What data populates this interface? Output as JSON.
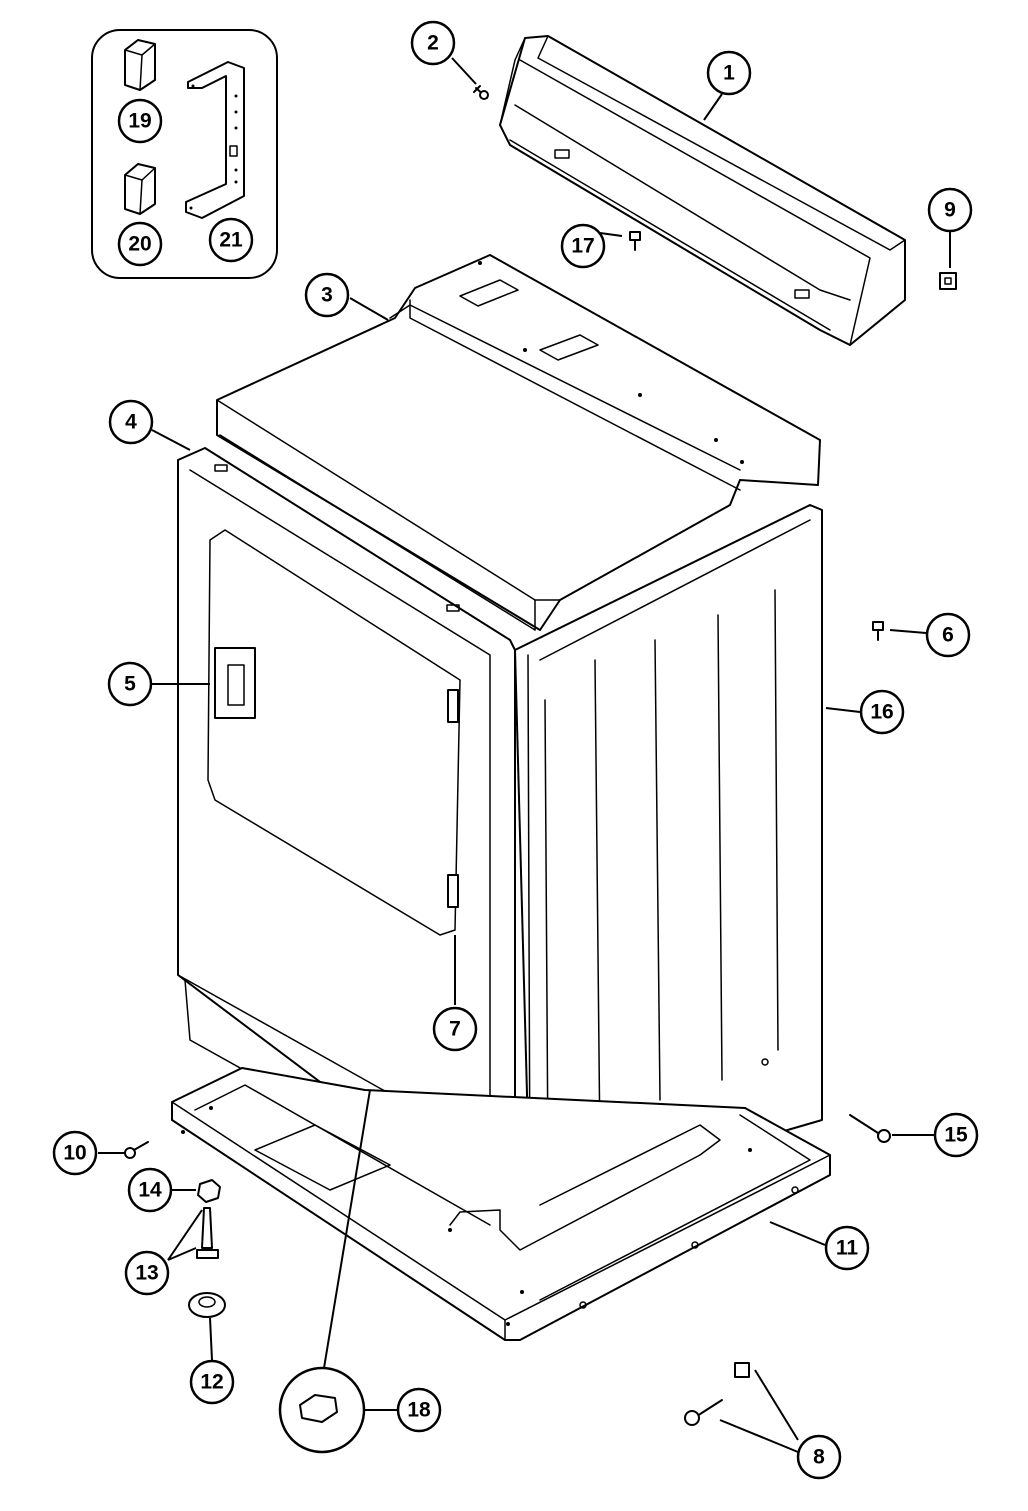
{
  "callouts": [
    {
      "num": "1",
      "part": "control-panel"
    },
    {
      "num": "2",
      "part": "screw"
    },
    {
      "num": "3",
      "part": "top"
    },
    {
      "num": "4",
      "part": "front-panel"
    },
    {
      "num": "5",
      "part": "door-handle"
    },
    {
      "num": "6",
      "part": "screw"
    },
    {
      "num": "7",
      "part": "door-hinge"
    },
    {
      "num": "8",
      "part": "screw-and-clip"
    },
    {
      "num": "9",
      "part": "clip"
    },
    {
      "num": "10",
      "part": "screw"
    },
    {
      "num": "11",
      "part": "base"
    },
    {
      "num": "12",
      "part": "leveling-foot-pad"
    },
    {
      "num": "13",
      "part": "leveling-leg"
    },
    {
      "num": "14",
      "part": "nut"
    },
    {
      "num": "15",
      "part": "screw"
    },
    {
      "num": "16",
      "part": "side-panel"
    },
    {
      "num": "17",
      "part": "screw"
    },
    {
      "num": "18",
      "part": "plug"
    },
    {
      "num": "19",
      "part": "bumper"
    },
    {
      "num": "20",
      "part": "bumper"
    },
    {
      "num": "21",
      "part": "bracket"
    }
  ]
}
